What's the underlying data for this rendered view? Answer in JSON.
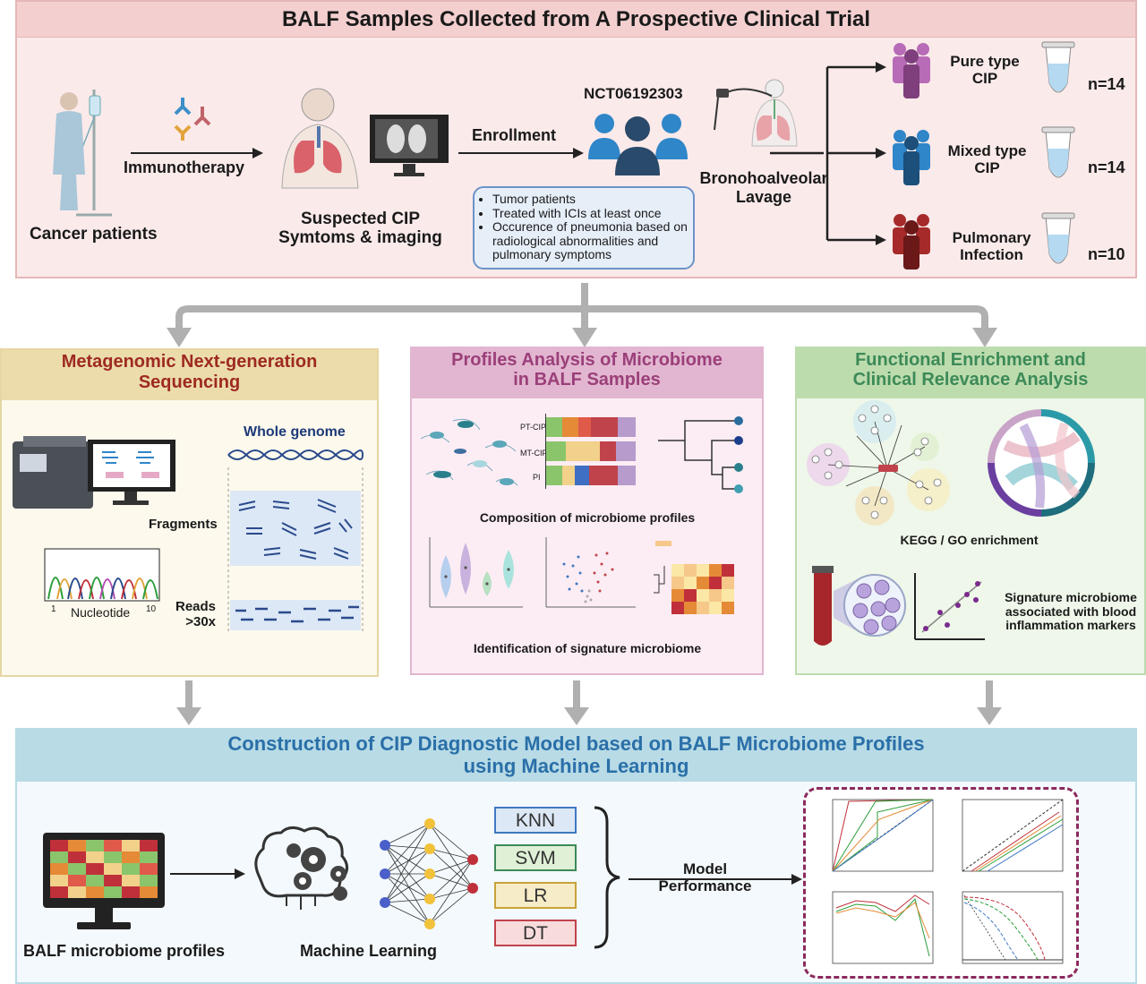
{
  "top": {
    "title": "BALF Samples Collected from A Prospective Clinical Trial",
    "cancer_patients": "Cancer patients",
    "immunotherapy": "Immunotherapy",
    "suspected_line1": "Suspected CIP",
    "suspected_line2": "Symtoms & imaging",
    "enrollment": "Enrollment",
    "trial_id": "NCT06192303",
    "criteria": [
      "Tumor patients",
      "Treated with ICIs at least once",
      "Occurence of pneumonia based on radiological abnormalities and pulmonary symptoms"
    ],
    "lavage_line1": "Bronohoalveolar",
    "lavage_line2": "Lavage",
    "groups": [
      {
        "line1": "Pure type",
        "line2": "CIP",
        "n": "n=14",
        "color": "#b86bb6"
      },
      {
        "line1": "Mixed type",
        "line2": "CIP",
        "n": "n=14",
        "color": "#2f86c9"
      },
      {
        "line1": "Pulmonary",
        "line2": "Infection",
        "n": "n=10",
        "color": "#a62a2a"
      }
    ]
  },
  "panel_left": {
    "title_line1": "Metagenomic Next-generation",
    "title_line2": "Sequencing",
    "whole_genome": "Whole genome",
    "fragments": "Fragments",
    "reads": "Reads",
    "reads_depth": ">30x",
    "nucleotide": "Nucleotide",
    "tick_start": "1",
    "tick_end": "10"
  },
  "panel_mid": {
    "title_line1": "Profiles Analysis of Microbiome",
    "title_line2": "in BALF Samples",
    "bar_labels": [
      "PT-CIP",
      "MT-CIP",
      "PI"
    ],
    "composition_caption": "Composition of microbiome profiles",
    "signature_caption": "Identification of signature microbiome"
  },
  "panel_right": {
    "title_line1": "Functional Enrichment and",
    "title_line2": "Clinical Relevance Analysis",
    "kegg_caption": "KEGG / GO enrichment",
    "sig_line1": "Signature microbiome",
    "sig_line2": "associated with blood",
    "sig_line3": "inflammation markers"
  },
  "bottom": {
    "title_line1": "Construction of CIP Diagnostic Model based on BALF Microbiome Profiles",
    "title_line2": "using Machine Learning",
    "profiles_label": "BALF microbiome profiles",
    "ml_label": "Machine Learning",
    "models": [
      "KNN",
      "SVM",
      "LR",
      "DT"
    ],
    "performance_line1": "Model",
    "performance_line2": "Performance"
  },
  "colors": {
    "top_bg": "#fbeaea",
    "top_header": "#f4cfcf",
    "left_bg": "#fdf9ec",
    "left_header": "#ecdcab",
    "mid_bg": "#fcedf4",
    "mid_header": "#e2b6d0",
    "right_bg": "#eef7e9",
    "right_header": "#bddcae",
    "bottom_bg": "#f3f9fc",
    "bottom_header": "#b8dbe6",
    "left_title": "#9e2a22",
    "mid_title": "#9b3f7a",
    "right_title": "#3c8a58",
    "bottom_title": "#2a6fa8",
    "arrow_gray": "#b0b0b0"
  }
}
